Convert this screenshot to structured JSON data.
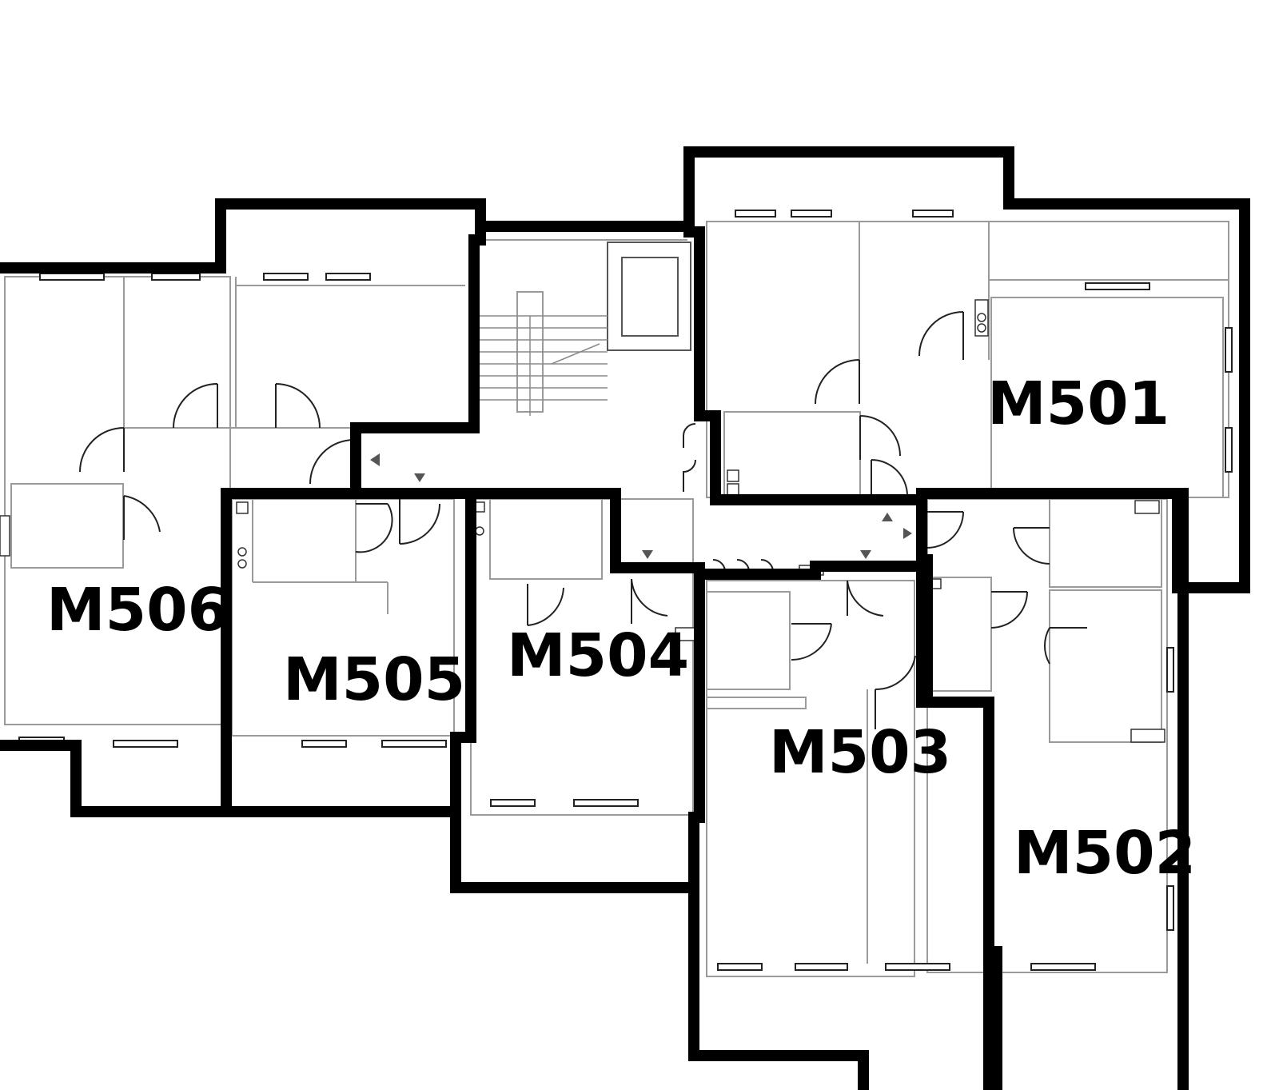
{
  "units": [
    {
      "id": "M501",
      "label": "M501"
    },
    {
      "id": "M502",
      "label": "M502"
    },
    {
      "id": "M503",
      "label": "M503"
    },
    {
      "id": "M504",
      "label": "M504"
    },
    {
      "id": "M505",
      "label": "M505"
    },
    {
      "id": "M506",
      "label": "M506"
    }
  ],
  "colors": {
    "outline": "#000000",
    "interior_wall": "#9a9a9a",
    "background": "#ffffff"
  }
}
